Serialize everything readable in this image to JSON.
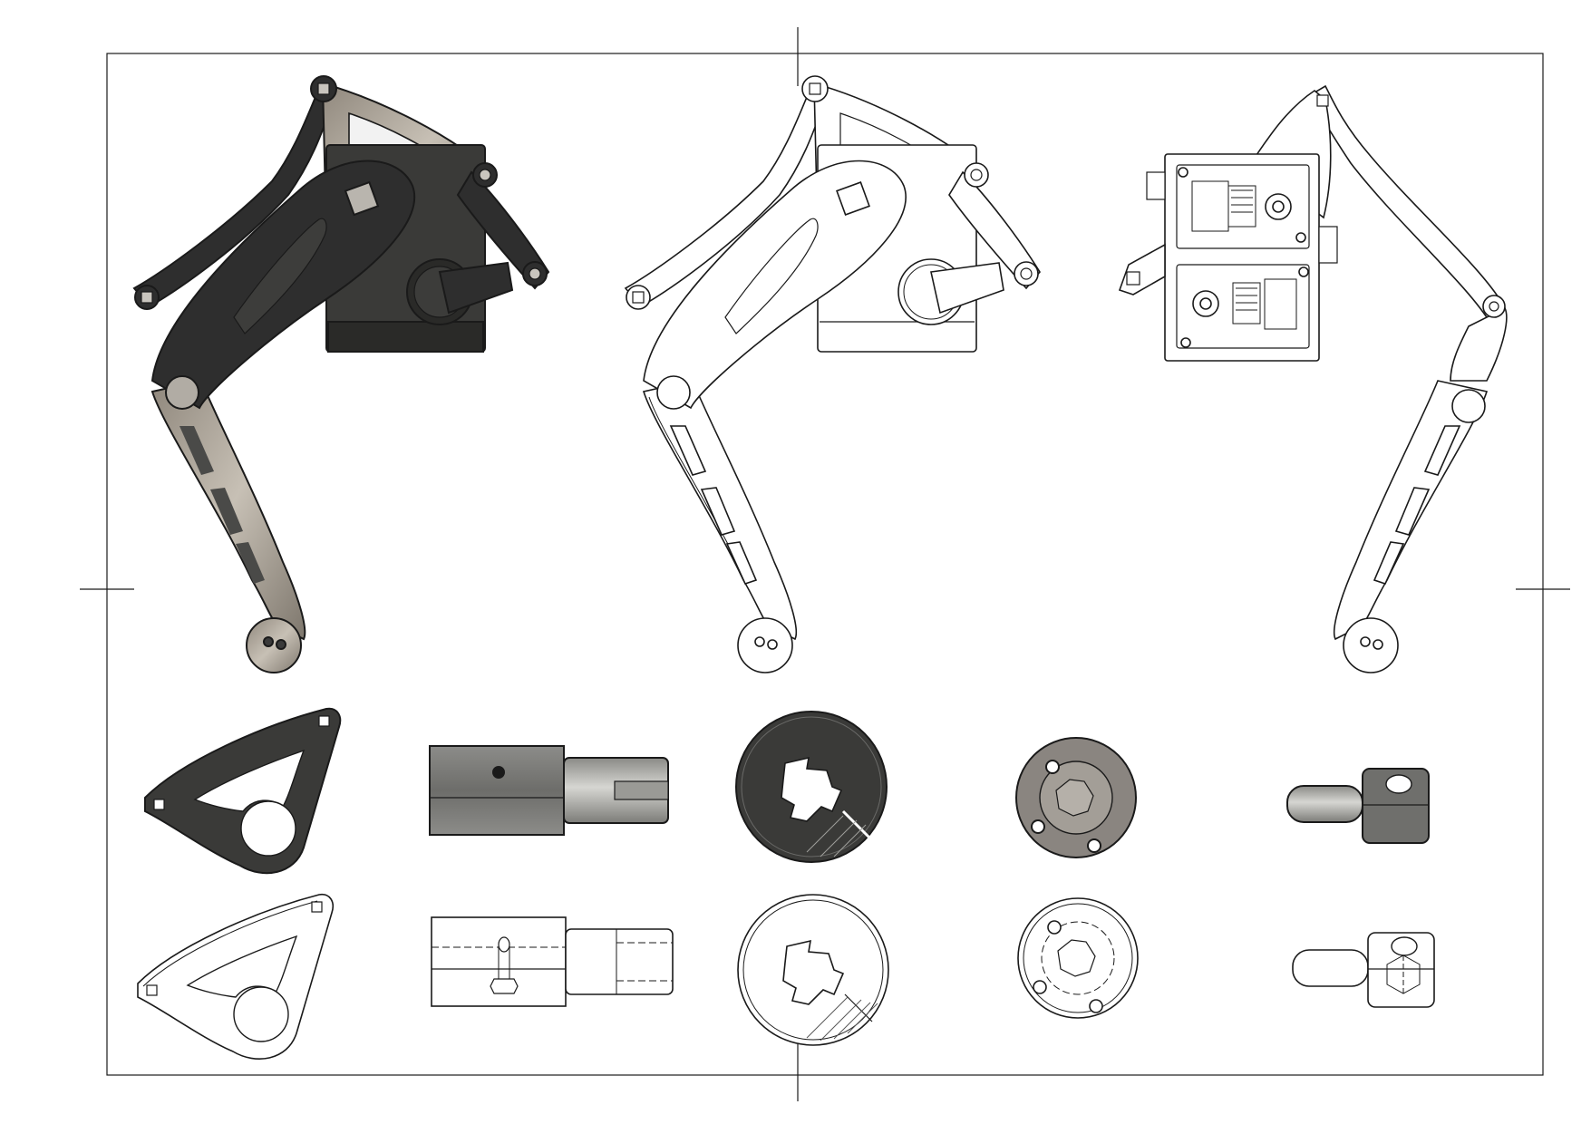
{
  "drawing": {
    "sheet_text": [],
    "views": [
      {
        "name": "leg-assembly-shaded"
      },
      {
        "name": "leg-assembly-line"
      },
      {
        "name": "leg-assembly-back-line"
      },
      {
        "name": "bracket-shaded"
      },
      {
        "name": "shaft-housing-shaded"
      },
      {
        "name": "spline-disc-shaded"
      },
      {
        "name": "hub-disc-shaded"
      },
      {
        "name": "pin-block-shaded"
      },
      {
        "name": "bracket-line"
      },
      {
        "name": "shaft-housing-line"
      },
      {
        "name": "spline-disc-line"
      },
      {
        "name": "hub-disc-line"
      },
      {
        "name": "pin-block-line"
      }
    ],
    "colors": {
      "outline": "#1a1a1a",
      "dark_part": "#2e2e2e",
      "metal_part": "#a39a8e",
      "grey_part": "#7a7a78",
      "light_grey": "#b8b8b4",
      "paper": "#ffffff"
    }
  }
}
